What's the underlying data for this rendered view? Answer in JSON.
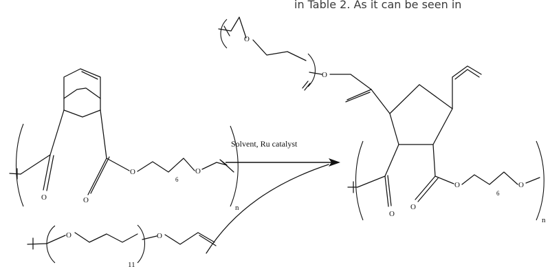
{
  "header_text": "in Table 2. As it can be seen in",
  "reaction": {
    "conditions": "Solvent, Ru catalyst"
  },
  "atoms": {
    "oxygen": "O",
    "methylene_count": "6",
    "repeat_n": "n",
    "peg_repeat": "11"
  }
}
